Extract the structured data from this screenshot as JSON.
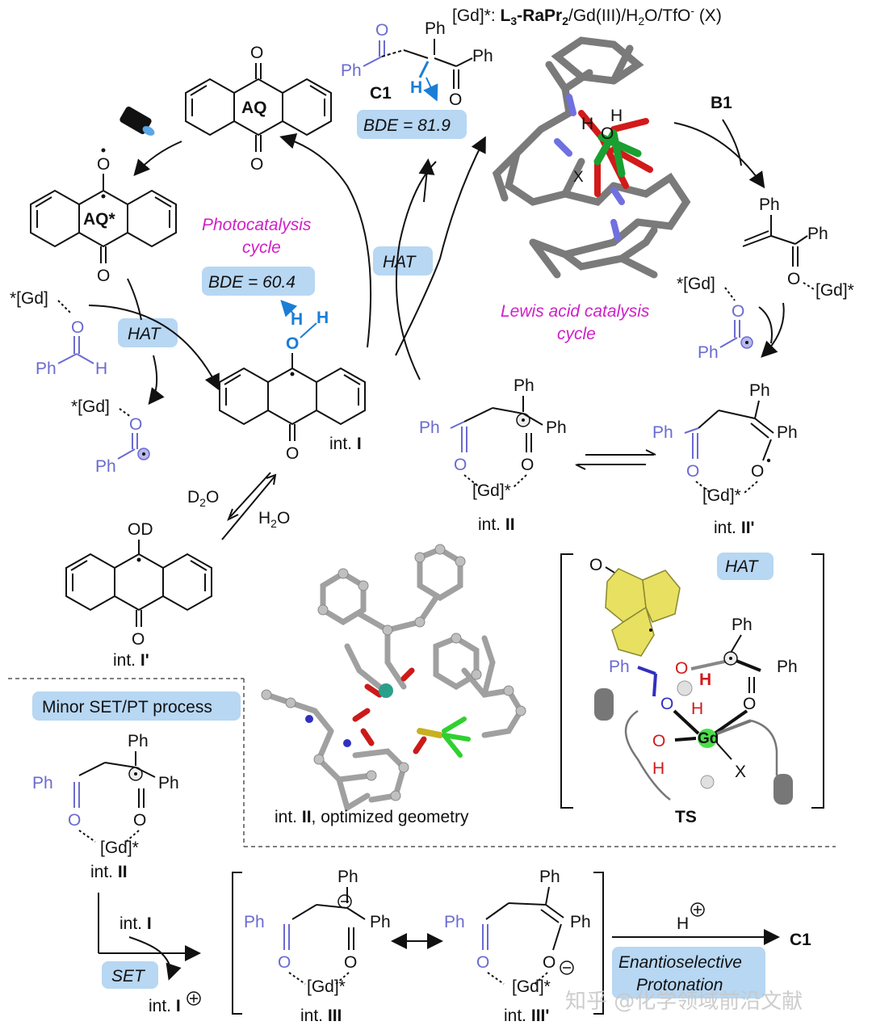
{
  "header": {
    "gd_def_prefix": "[Gd]*:",
    "gd_def_ligand": "L",
    "gd_def_ligand_sub": "3",
    "gd_def_ligand_rest": "-RaPr",
    "gd_def_ligand_sub2": "2",
    "gd_def_suffix": "/Gd(III)/H",
    "gd_def_h2o_sub": "2",
    "gd_def_tail": "O/TfO",
    "gd_def_sup": "-",
    "gd_def_x": " (X)"
  },
  "labels": {
    "aq": "AQ",
    "aq_star": "AQ*",
    "c1": "C1",
    "b1": "B1",
    "bde_top": "BDE = 81.9",
    "bde_mid": "BDE = 60.4",
    "photocat_line1": "Photocatalysis",
    "photocat_line2": "cycle",
    "lewis_line1": "Lewis acid catalysis",
    "lewis_line2": "cycle",
    "hat": "HAT",
    "hat_left": "HAT",
    "hat_ts": "HAT",
    "ph": "Ph",
    "h": "H",
    "o": "O",
    "od": "OD",
    "gd_star": "[Gd]*",
    "star_gd": "*[Gd]",
    "d2o": "D",
    "d2o_sub": "2",
    "d2o_o": "O",
    "h2o": "H",
    "h2o_sub": "2",
    "h2o_o": "O",
    "int_i_prefix": "int. ",
    "int_i": "I",
    "int_i_prime": "I'",
    "int_ii": "II",
    "int_ii_prime": "II'",
    "int_iii": "III",
    "int_iii_prime": "III'",
    "optimized": ", optimized geometry",
    "ts": "TS",
    "x": "X",
    "gd": "Gd",
    "minor_set": "Minor SET/PT process",
    "set": "SET",
    "enantio_line1": "Enantioselective",
    "enantio_line2": "Protonation",
    "c1_product": "C1",
    "h_plus": "H",
    "watermark": "知乎 @化学领域前沿文献"
  },
  "colors": {
    "tag_fill": "#b7d7f3",
    "gd_blue": "#6a6ad2",
    "photocat_pink": "#d020c8",
    "hat_blue": "#1a7ed6",
    "anthra_yellow": "#e8e060",
    "gd_green": "#1aa030",
    "o_red": "#d21a1a"
  }
}
